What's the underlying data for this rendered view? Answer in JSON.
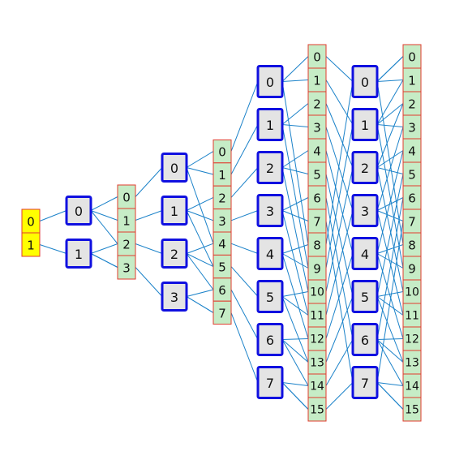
{
  "colors": {
    "input_fill": "#ffff00",
    "register_fill": "#c6ecc6",
    "register_border": "#e23b2e",
    "node_fill": "#e4e4e4",
    "node_border": "#1010e0",
    "edge": "#1b82c9"
  },
  "columns": [
    {
      "kind": "register",
      "fill": "yellow",
      "labels": [
        "0",
        "1"
      ]
    },
    {
      "kind": "node",
      "labels": [
        "0",
        "1"
      ]
    },
    {
      "kind": "register",
      "fill": "green",
      "labels": [
        "0",
        "1",
        "2",
        "3"
      ]
    },
    {
      "kind": "node",
      "labels": [
        "0",
        "1",
        "2",
        "3"
      ]
    },
    {
      "kind": "register",
      "fill": "green",
      "labels": [
        "0",
        "1",
        "2",
        "3",
        "4",
        "5",
        "6",
        "7"
      ]
    },
    {
      "kind": "node",
      "labels": [
        "0",
        "1",
        "2",
        "3",
        "4",
        "5",
        "6",
        "7"
      ]
    },
    {
      "kind": "register",
      "fill": "green",
      "labels": [
        "0",
        "1",
        "2",
        "3",
        "4",
        "5",
        "6",
        "7",
        "8",
        "9",
        "10",
        "11",
        "12",
        "13",
        "14",
        "15"
      ]
    },
    {
      "kind": "node",
      "labels": [
        "0",
        "1",
        "2",
        "3",
        "4",
        "5",
        "6",
        "7"
      ]
    },
    {
      "kind": "register",
      "fill": "green",
      "labels": [
        "0",
        "1",
        "2",
        "3",
        "4",
        "5",
        "6",
        "7",
        "8",
        "9",
        "10",
        "11",
        "12",
        "13",
        "14",
        "15"
      ]
    }
  ]
}
